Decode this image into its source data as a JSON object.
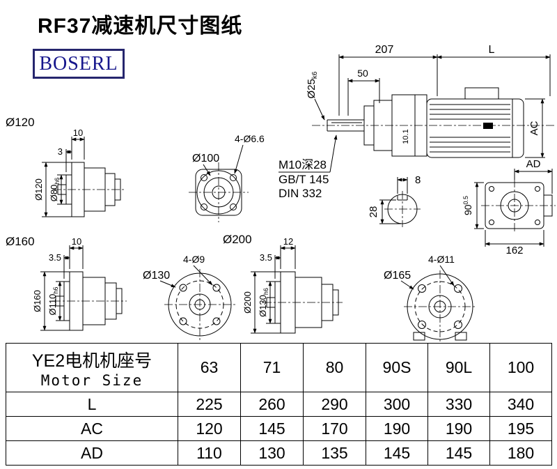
{
  "page": {
    "title": "RF37减速机尺寸图纸",
    "logo": "BOSERL"
  },
  "main_view": {
    "dim_207": "207",
    "dim_L": "L",
    "dim_50": "50",
    "shaft_dia": "Ø25",
    "shaft_fit": "k6",
    "dim_10_1": "10.1",
    "thread_note": "M10深28",
    "standard_gb": "GB/T 145",
    "standard_din": "DIN 332",
    "dim_AC": "AC",
    "key_width": "8",
    "key_depth": "28",
    "dim_AD": "AD",
    "dim_162": "162",
    "dim_90": "90",
    "dim_90_tol": "0.5"
  },
  "flange_120": {
    "title": "Ø120",
    "dim_thickness": "10",
    "dim_step": "3",
    "outer_dia": "Ø120",
    "spigot_dia": "Ø80",
    "spigot_fit": "h6"
  },
  "flange_100": {
    "title": "Ø100",
    "holes": "4-Ø6.6"
  },
  "flange_160": {
    "title": "Ø160",
    "dim_thickness": "10",
    "dim_step": "3.5",
    "outer_dia": "Ø160",
    "spigot_dia": "Ø110",
    "spigot_fit": "h6"
  },
  "flange_130": {
    "title": "Ø130",
    "holes": "4-Ø9"
  },
  "flange_200": {
    "title": "Ø200",
    "dim_thickness": "12",
    "dim_step": "3.5",
    "outer_dia": "Ø200",
    "spigot_dia": "Ø130",
    "spigot_fit": "h6"
  },
  "flange_165": {
    "title": "Ø165",
    "holes": "4-Ø11"
  },
  "table": {
    "header_cn": "YE2电机机座号",
    "header_en": "Motor Size",
    "sizes": [
      "63",
      "71",
      "80",
      "90S",
      "90L",
      "100"
    ],
    "rows": [
      {
        "label": "L",
        "values": [
          "225",
          "260",
          "290",
          "300",
          "330",
          "340"
        ]
      },
      {
        "label": "AC",
        "values": [
          "120",
          "145",
          "170",
          "190",
          "190",
          "195"
        ]
      },
      {
        "label": "AD",
        "values": [
          "110",
          "130",
          "135",
          "145",
          "145",
          "180"
        ]
      }
    ]
  }
}
